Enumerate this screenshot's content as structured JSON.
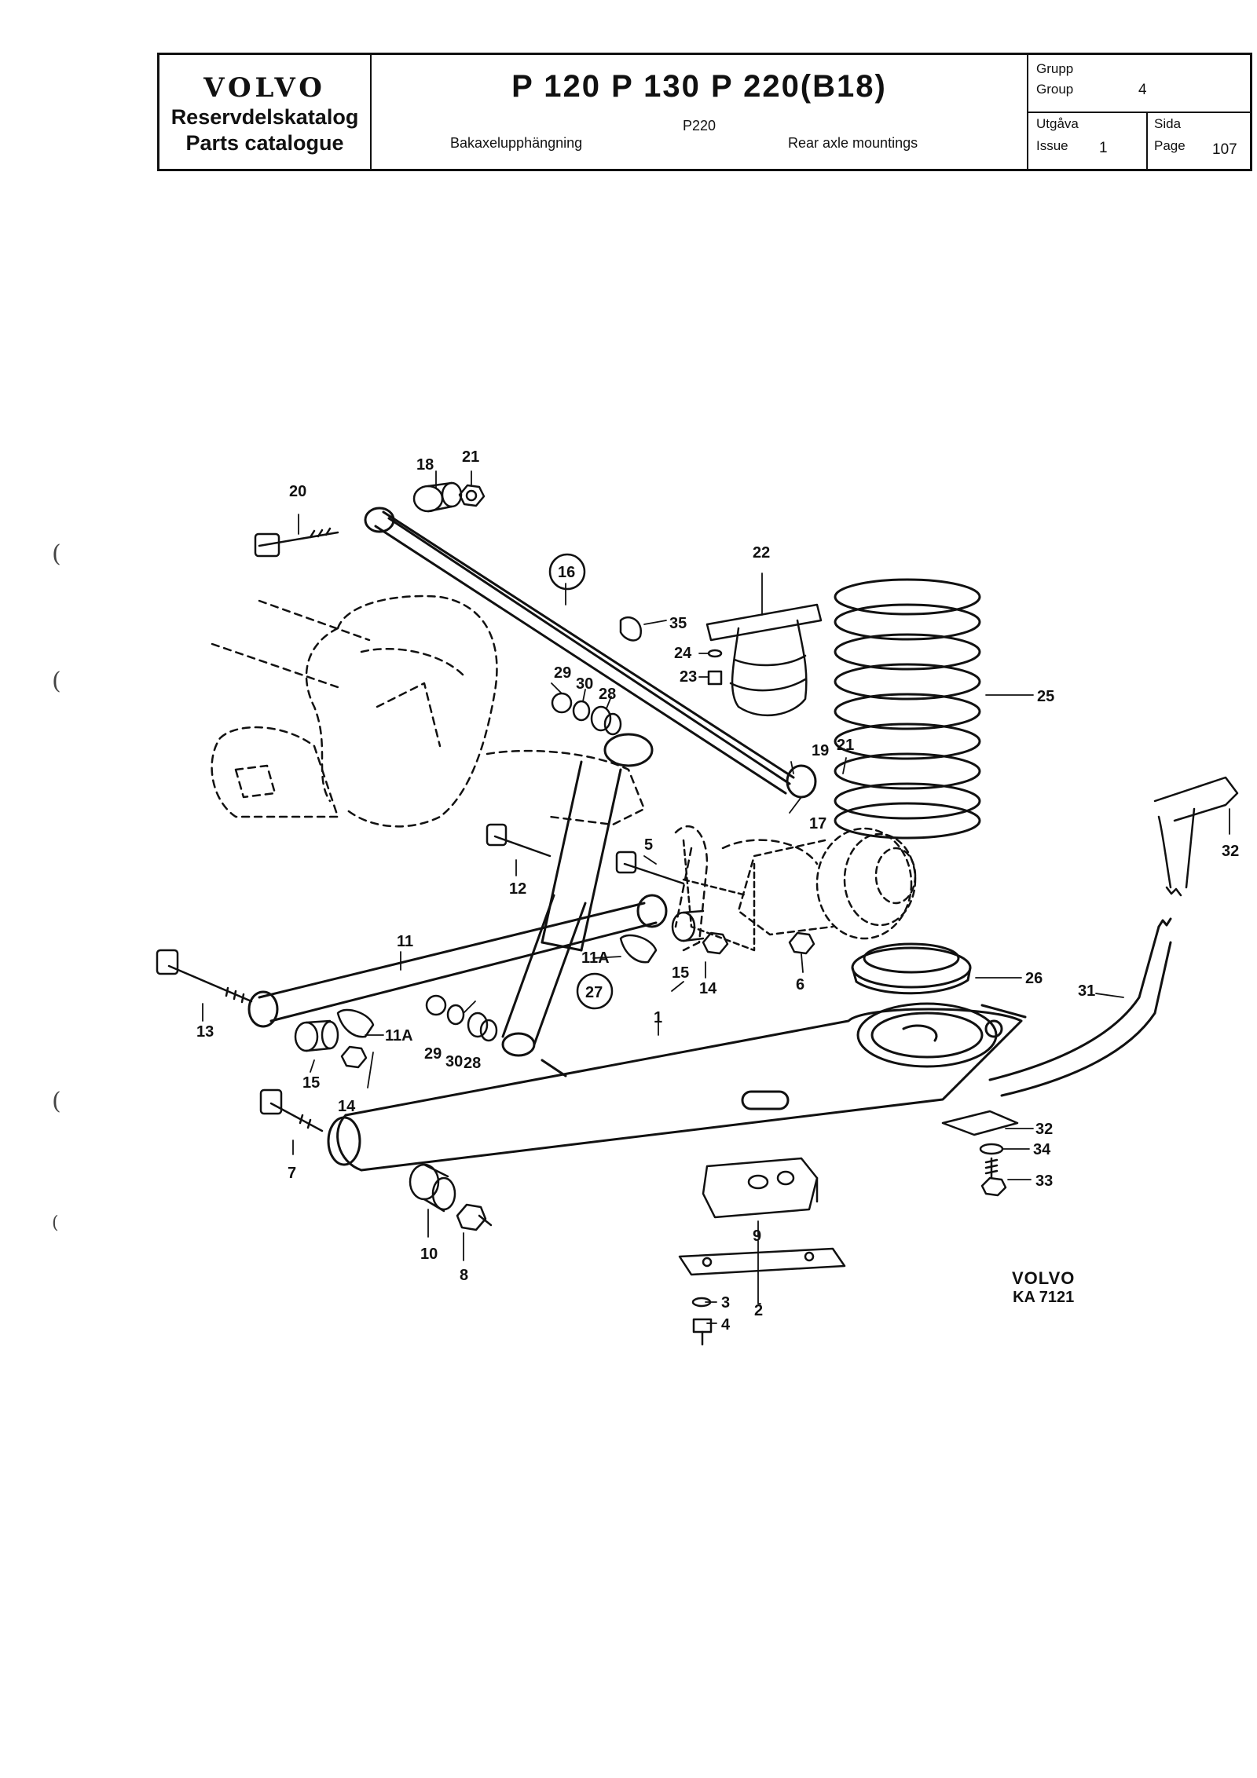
{
  "header": {
    "brand": "VOLVO",
    "catalog_sv": "Reservdelskatalog",
    "catalog_en": "Parts catalogue",
    "models": "P 120   P 130   P 220(B18)",
    "variant": "P220",
    "title_sv": "Bakaxelupphängning",
    "title_en": "Rear axle mountings",
    "group_label_sv": "Grupp",
    "group_label_en": "Group",
    "group_value": "4",
    "issue_label_sv": "Utgåva",
    "issue_label_en": "Issue",
    "issue_value": "1",
    "page_label_sv": "Sida",
    "page_label_en": "Page",
    "page_value": "107"
  },
  "callouts": [
    "1",
    "2",
    "3",
    "4",
    "5",
    "6",
    "7",
    "8",
    "9",
    "10",
    "11",
    "11A",
    "11A",
    "12",
    "13",
    "14",
    "14",
    "15",
    "15",
    "16",
    "17",
    "18",
    "19",
    "20",
    "21",
    "21",
    "22",
    "23",
    "24",
    "25",
    "26",
    "27",
    "28",
    "28",
    "29",
    "29",
    "30",
    "30",
    "31",
    "32",
    "32",
    "33",
    "34",
    "35"
  ],
  "stamp": {
    "line1": "VOLVO",
    "line2": "KA 7121"
  }
}
